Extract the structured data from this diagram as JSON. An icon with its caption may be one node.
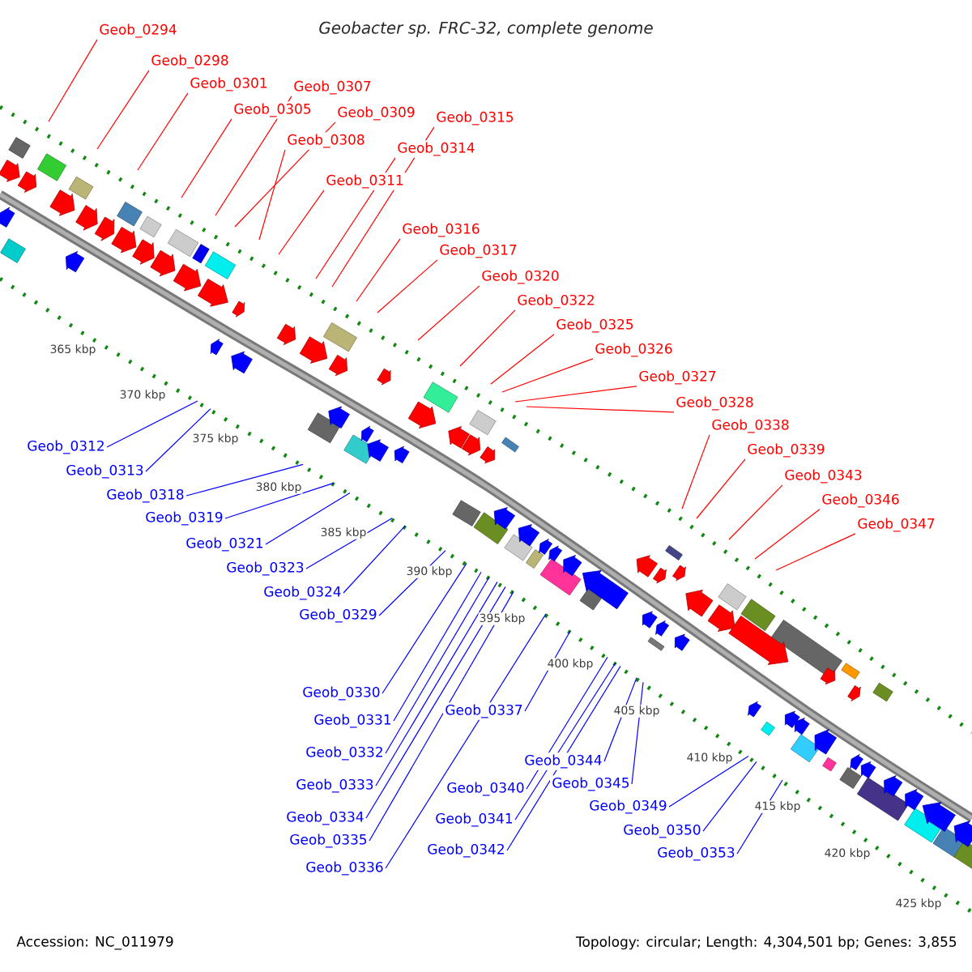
{
  "diagram": {
    "title": "Geobacter sp. FRC-32, complete genome",
    "nodes": [
      {
        "text": [
          "Geob_0294"
        ]
      },
      {
        "text": [
          "Geob_0298"
        ]
      },
      {
        "text": [
          "Geob_0301"
        ]
      },
      {
        "text": [
          "Geob_0307"
        ]
      },
      {
        "text": [
          "Geob_0305"
        ]
      },
      {
        "text": [
          "Geob_0309"
        ]
      },
      {
        "text": [
          "Geob_0315"
        ]
      },
      {
        "text": [
          "Geob_0308"
        ]
      },
      {
        "text": [
          "Geob_0314"
        ]
      },
      {
        "text": [
          "Geob_0311"
        ]
      },
      {
        "text": [
          "Geob_0316"
        ]
      },
      {
        "text": [
          "Geob_0317"
        ]
      },
      {
        "text": [
          "Geob_0320"
        ]
      },
      {
        "text": [
          "Geob_0322"
        ]
      },
      {
        "text": [
          "Geob_0325"
        ]
      },
      {
        "text": [
          "Geob_0326"
        ]
      },
      {
        "text": [
          "Geob_0327"
        ]
      },
      {
        "text": [
          "Geob_0328"
        ]
      },
      {
        "text": [
          "Geob_0338"
        ]
      },
      {
        "text": [
          "Geob_0339"
        ]
      },
      {
        "text": [
          "Geob_0343"
        ]
      },
      {
        "text": [
          "Geob_0346"
        ]
      },
      {
        "text": [
          "Geob_0347"
        ]
      },
      {
        "text": [
          "Geob_0312"
        ]
      },
      {
        "text": [
          "Geob_0313"
        ]
      },
      {
        "text": [
          "Geob_0318"
        ]
      },
      {
        "text": [
          "Geob_0319"
        ]
      },
      {
        "text": [
          "Geob_0321"
        ]
      },
      {
        "text": [
          "Geob_0323"
        ]
      },
      {
        "text": [
          "Geob_0324"
        ]
      },
      {
        "text": [
          "Geob_0329"
        ]
      },
      {
        "text": [
          "Geob_0330"
        ]
      },
      {
        "text": [
          "Geob_0331"
        ]
      },
      {
        "text": [
          "Geob_0332"
        ]
      },
      {
        "text": [
          "Geob_0333"
        ]
      },
      {
        "text": [
          "Geob_0334"
        ]
      },
      {
        "text": [
          "Geob_0335"
        ]
      },
      {
        "text": [
          "Geob_0336"
        ]
      },
      {
        "text": [
          "Geob_0337"
        ]
      },
      {
        "text": [
          "Geob_0340"
        ]
      },
      {
        "text": [
          "Geob_0341"
        ]
      },
      {
        "text": [
          "Geob_0342"
        ]
      },
      {
        "text": [
          "Geob_0344"
        ]
      },
      {
        "text": [
          "Geob_0345"
        ]
      },
      {
        "text": [
          "Geob_0349"
        ]
      },
      {
        "text": [
          "Geob_0350"
        ]
      },
      {
        "text": [
          "Geob_0353"
        ]
      }
    ],
    "edges": [
      {
        "from": 0,
        "to": null,
        "arrow": "none",
        "color": "#ff0000"
      },
      {
        "from": 1,
        "to": null,
        "arrow": "none",
        "color": "#ff0000"
      },
      {
        "from": 2,
        "to": null,
        "arrow": "none",
        "color": "#ff0000"
      },
      {
        "from": 3,
        "to": null,
        "arrow": "none",
        "color": "#ff0000"
      },
      {
        "from": 4,
        "to": null,
        "arrow": "none",
        "color": "#ff0000"
      },
      {
        "from": 5,
        "to": null,
        "arrow": "none",
        "color": "#ff0000"
      },
      {
        "from": 6,
        "to": null,
        "arrow": "none",
        "color": "#ff0000"
      },
      {
        "from": 7,
        "to": null,
        "arrow": "none",
        "color": "#ff0000"
      },
      {
        "from": 8,
        "to": null,
        "arrow": "none",
        "color": "#ff0000"
      },
      {
        "from": 9,
        "to": null,
        "arrow": "none",
        "color": "#ff0000"
      },
      {
        "from": 10,
        "to": null,
        "arrow": "none",
        "color": "#ff0000"
      },
      {
        "from": 11,
        "to": null,
        "arrow": "none",
        "color": "#ff0000"
      },
      {
        "from": 12,
        "to": null,
        "arrow": "none",
        "color": "#ff0000"
      },
      {
        "from": 13,
        "to": null,
        "arrow": "none",
        "color": "#ff0000"
      },
      {
        "from": 14,
        "to": null,
        "arrow": "none",
        "color": "#ff0000"
      },
      {
        "from": 15,
        "to": null,
        "arrow": "none",
        "color": "#ff0000"
      },
      {
        "from": 16,
        "to": null,
        "arrow": "none",
        "color": "#ff0000"
      },
      {
        "from": 17,
        "to": null,
        "arrow": "none",
        "color": "#ff0000"
      },
      {
        "from": 18,
        "to": null,
        "arrow": "none",
        "color": "#ff0000"
      },
      {
        "from": 19,
        "to": null,
        "arrow": "none",
        "color": "#ff0000"
      },
      {
        "from": 20,
        "to": null,
        "arrow": "none",
        "color": "#ff0000"
      },
      {
        "from": 21,
        "to": null,
        "arrow": "none",
        "color": "#ff0000"
      },
      {
        "from": 22,
        "to": null,
        "arrow": "none",
        "color": "#ff0000"
      },
      {
        "from": 23,
        "to": null,
        "arrow": "none"
      },
      {
        "from": 24,
        "to": null,
        "arrow": "none"
      },
      {
        "from": 25,
        "to": null,
        "arrow": "none"
      },
      {
        "from": 26,
        "to": null,
        "arrow": "none"
      },
      {
        "from": 27,
        "to": null,
        "arrow": "none"
      },
      {
        "from": 28,
        "to": null,
        "arrow": "none"
      },
      {
        "from": 29,
        "to": null,
        "arrow": "none"
      },
      {
        "from": 30,
        "to": null,
        "arrow": "none"
      },
      {
        "from": 31,
        "to": null,
        "arrow": "none"
      },
      {
        "from": 32,
        "to": null,
        "arrow": "none"
      },
      {
        "from": 33,
        "to": null,
        "arrow": "none"
      },
      {
        "from": 34,
        "to": null,
        "arrow": "none"
      },
      {
        "from": 35,
        "to": null,
        "arrow": "none"
      },
      {
        "from": 36,
        "to": null,
        "arrow": "none"
      },
      {
        "from": 37,
        "to": null,
        "arrow": "none"
      },
      {
        "from": 38,
        "to": null,
        "arrow": "none"
      },
      {
        "from": 39,
        "to": null,
        "arrow": "none"
      },
      {
        "from": 40,
        "to": null,
        "arrow": "none"
      },
      {
        "from": 41,
        "to": null,
        "arrow": "none"
      },
      {
        "from": 42,
        "to": null,
        "arrow": "none"
      },
      {
        "from": 43,
        "to": null,
        "arrow": "none"
      },
      {
        "from": 44,
        "to": null,
        "arrow": "none"
      },
      {
        "from": 45,
        "to": null,
        "arrow": "none"
      },
      {
        "from": 46,
        "to": null,
        "arrow": "none"
      }
    ],
    "labels": [
      "365 kbp",
      "370 kbp",
      "375 kbp",
      "380 kbp",
      "385 kbp",
      "390 kbp",
      "395 kbp",
      "400 kbp",
      "405 kbp",
      "410 kbp",
      "415 kbp",
      "420 kbp",
      "425 kbp",
      "Accession: NC_011979",
      "Topology: circular; Length: 4,304,501 bp; Genes: 3,855"
    ]
  }
}
